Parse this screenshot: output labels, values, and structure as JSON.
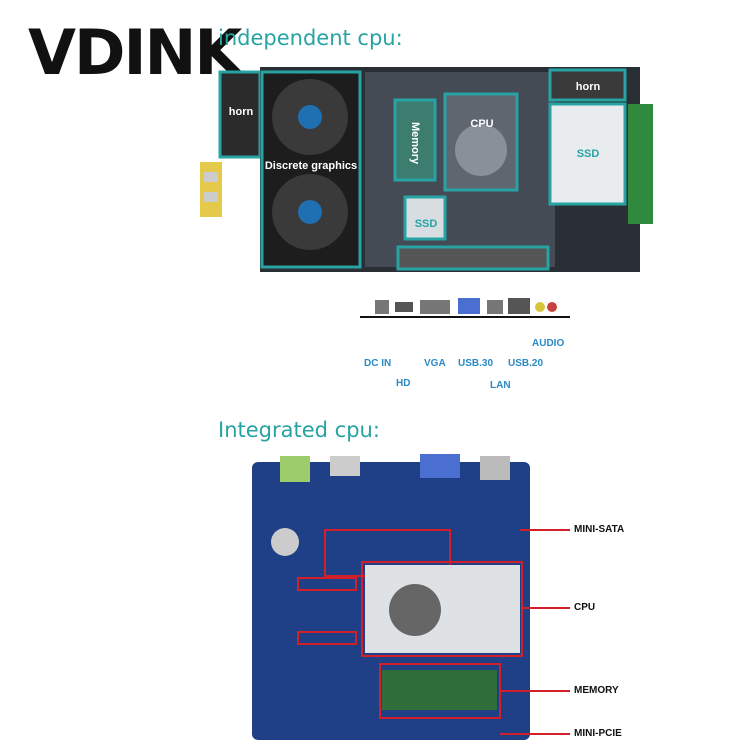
{
  "brand": {
    "logo_text": "VDINK"
  },
  "sections": {
    "independent": {
      "heading": "independent cpu:",
      "labels": {
        "horn_left": "horn",
        "horn_right": "horn",
        "discrete_graphics": "Discrete graphics",
        "memory": "Memory",
        "cpu": "CPU",
        "ssd_left": "SSD",
        "ssd_right": "SSD"
      }
    },
    "ports": {
      "dc_in": "DC IN",
      "hd": "HD",
      "vga": "VGA",
      "usb30": "USB.30",
      "lan": "LAN",
      "usb20": "USB.20",
      "audio": "AUDIO"
    },
    "integrated": {
      "heading": "Integrated cpu:",
      "labels": {
        "mini_sata": "MINI-SATA",
        "cpu": "CPU",
        "memory": "MEMORY",
        "mini_pcie": "MINI-PCIE"
      }
    }
  },
  "colors": {
    "teal": "#27a3a3",
    "port_blue": "#2a8ac6",
    "board_blue": "#1f3f86",
    "callout_red": "#d2202a"
  }
}
